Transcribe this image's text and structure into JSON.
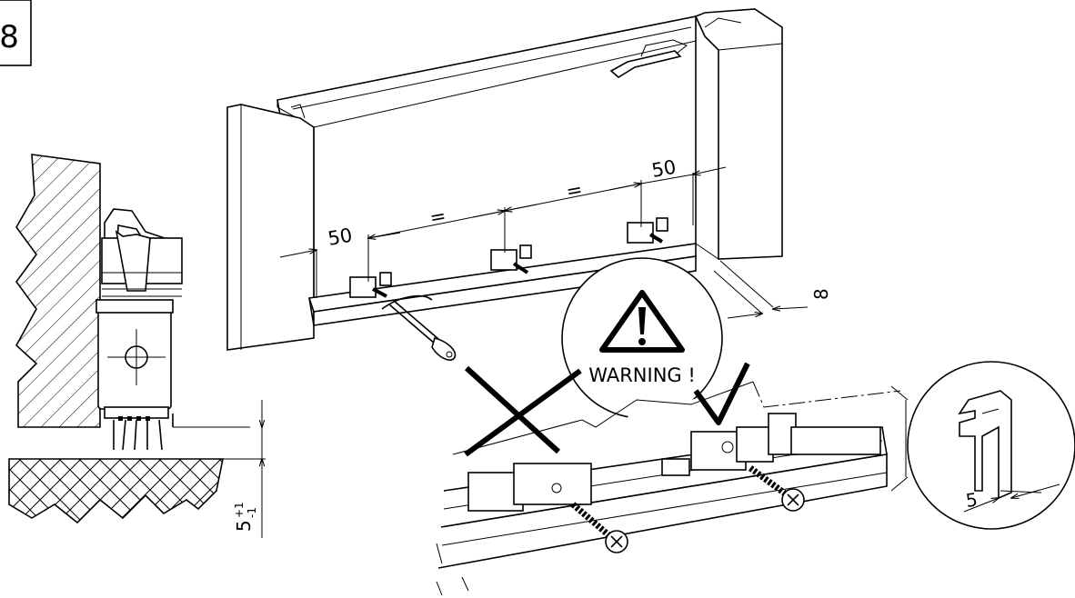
{
  "step_number": "8",
  "labels": {
    "dim_left_50": "50",
    "dim_right_50": "50",
    "equal_1": "=",
    "equal_2": "=",
    "dim_8": "8",
    "warning": "WARNING !",
    "dim_5": "5",
    "floor_gap": "5",
    "floor_tol_plus": "+1",
    "floor_tol_minus": "-1"
  },
  "colors": {
    "line": "#000000",
    "background": "#ffffff"
  },
  "icons": [
    "warning-triangle-icon",
    "wrong-cross-icon",
    "correct-check-icon",
    "screwdriver-icon",
    "screw-icon"
  ]
}
